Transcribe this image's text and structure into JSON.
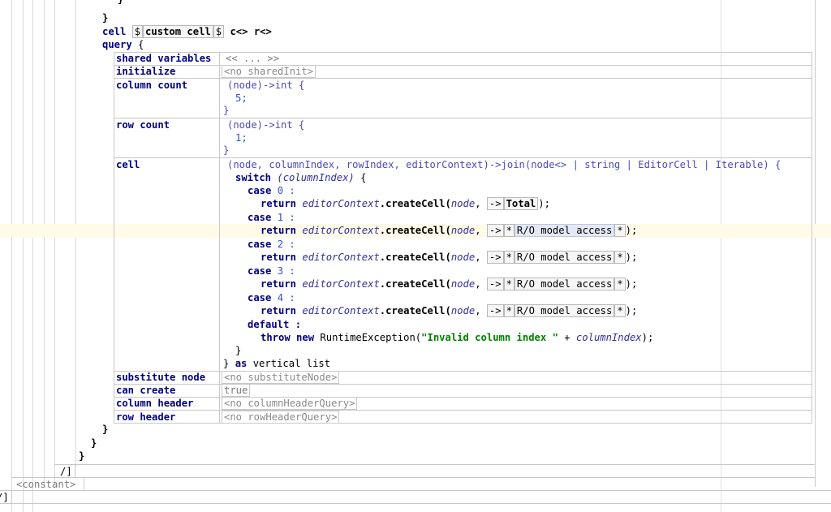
{
  "brace_close_top": "}",
  "brace_close_2": "}",
  "cell_keyword": "cell",
  "dollar": "$",
  "custom_cell": "custom cell",
  "angle_c": "c<>",
  "angle_r": "r<>",
  "query_keyword": "query",
  "open_brace": "{",
  "rows": {
    "shared_variables": {
      "label": "shared variables",
      "value": "<< ... >>"
    },
    "initialize": {
      "label": "initialize",
      "value": "<no sharedInit>"
    },
    "column_count": {
      "label": "column count",
      "sig": "(node)->int {",
      "body": "5;",
      "close": "}"
    },
    "row_count": {
      "label": "row count",
      "sig": "(node)->int {",
      "body": "1;",
      "close": "}"
    },
    "cell": {
      "label": "cell",
      "sig": "(node, columnIndex, rowIndex, editorContext)->join(node<> | string | EditorCell | Iterable) {"
    },
    "substitute_node": {
      "label": "substitute node",
      "value": "<no substituteNode>"
    },
    "can_create": {
      "label": "can create",
      "value": "true"
    },
    "column_header": {
      "label": "column header",
      "value": "<no columnHeaderQuery>"
    },
    "row_header": {
      "label": "row header",
      "value": "<no rowHeaderQuery>"
    }
  },
  "code": {
    "switch_kw": "switch",
    "switch_var": "(columnIndex)",
    "switch_open": "{",
    "case_kw": "case",
    "return_kw": "return",
    "editor_context": "editorContext",
    "create_cell": ".createCell(",
    "node_arg": "node",
    "comma": ",",
    "arrow": "->",
    "star": "*",
    "close_paren": ");",
    "cases": [
      {
        "num": "0 :",
        "label": "Total"
      },
      {
        "num": "1 :",
        "label": "R/O model access"
      },
      {
        "num": "2 :",
        "label": "R/O model access"
      },
      {
        "num": "3 :",
        "label": "R/O model access"
      },
      {
        "num": "4 :",
        "label": "R/O model access"
      }
    ],
    "default_kw": "default :",
    "throw_kw": "throw",
    "new_kw": "new",
    "exception": "RuntimeException(",
    "message": "\"Invalid column index \"",
    "plus": "+",
    "col_var": "columnIndex",
    "end_paren": ");",
    "close_switch": "}",
    "as_kw": "as",
    "vertical_list": "vertical list"
  },
  "closing": {
    "b1": "}",
    "b2": "}",
    "b3": "}",
    "slash_bracket": "/]",
    "constant": "<constant>",
    "slash_bracket_2": "/]"
  }
}
